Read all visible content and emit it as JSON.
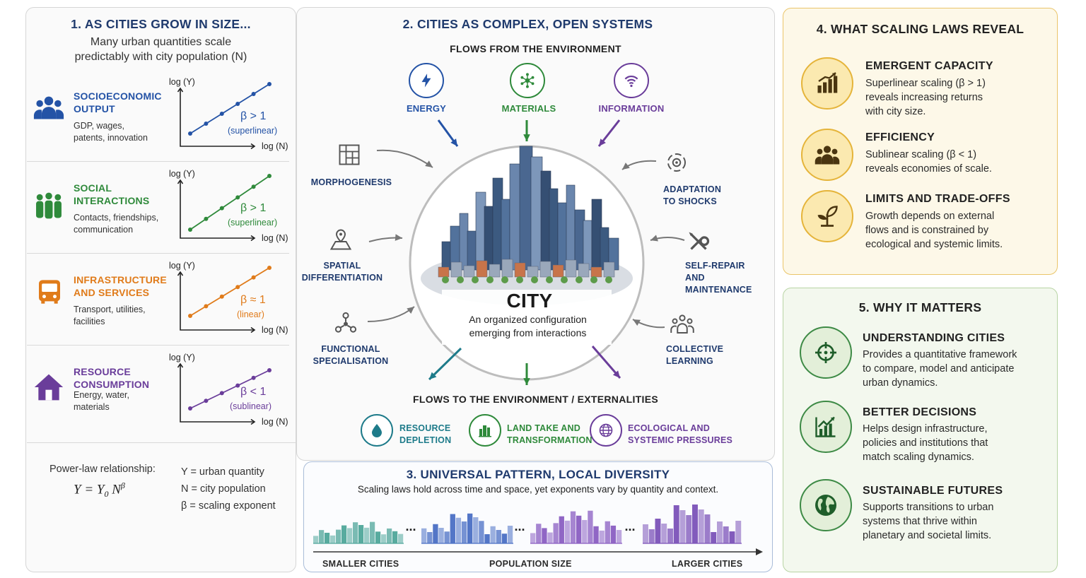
{
  "colors": {
    "blue": "#2453a6",
    "green": "#2f8a3b",
    "orange": "#e07b1a",
    "purple": "#6a3d9a",
    "teal": "#1e7b8a",
    "gold": "#e3b234",
    "goldbg": "#fdf8e6",
    "greenbg": "#f3f8ee",
    "navy": "#1f3a6d"
  },
  "s1": {
    "title": "1. AS CITIES GROW IN SIZE...",
    "subtitle": [
      "Many urban quantities scale",
      "predictably with city population (N)"
    ],
    "rows": [
      {
        "icon": "people-group-icon",
        "color": "#2453a6",
        "title": [
          "SOCIOECONOMIC",
          "OUTPUT"
        ],
        "desc": [
          "GDP, wages,",
          "patents, innovation"
        ],
        "ylabel": "log (Y)",
        "xlabel": "log (N)",
        "beta": "β > 1",
        "kind": "(superlinear)",
        "slope": 1.3
      },
      {
        "icon": "people-standing-icon",
        "color": "#2f8a3b",
        "title": [
          "SOCIAL",
          "INTERACTIONS"
        ],
        "desc": [
          "Contacts, friendships,",
          "communication"
        ],
        "ylabel": "log (Y)",
        "xlabel": "log (N)",
        "beta": "β > 1",
        "kind": "(superlinear)",
        "slope": 1.3
      },
      {
        "icon": "bus-icon",
        "color": "#e07b1a",
        "title": [
          "INFRASTRUCTURE",
          "AND SERVICES"
        ],
        "desc": [
          "Transport, utilities,",
          "facilities"
        ],
        "ylabel": "log (Y)",
        "xlabel": "log (N)",
        "beta": "β ≈ 1",
        "kind": "(linear)",
        "slope": 1.0
      },
      {
        "icon": "house-icon",
        "color": "#6a3d9a",
        "title": [
          "RESOURCE",
          "CONSUMPTION"
        ],
        "desc": [
          "Energy, water,",
          "materials"
        ],
        "ylabel": "log (Y)",
        "xlabel": "log (N)",
        "beta": "β < 1",
        "kind": "(sublinear)",
        "slope": 0.65
      }
    ],
    "formula_label": "Power-law relationship:",
    "formula": "Y = Y₀ N^β",
    "legend": [
      "Y = urban quantity",
      "N = city population",
      "β = scaling exponent"
    ]
  },
  "s2": {
    "title": "2. CITIES AS COMPLEX, OPEN SYSTEMS",
    "flows_in_title": "FLOWS FROM THE ENVIRONMENT",
    "flows_in": [
      {
        "label": "ENERGY",
        "icon": "lightning-icon",
        "color": "#2453a6"
      },
      {
        "label": "MATERIALS",
        "icon": "network-icon",
        "color": "#2f8a3b"
      },
      {
        "label": "INFORMATION",
        "icon": "wifi-icon",
        "color": "#6a3d9a"
      }
    ],
    "left": [
      {
        "label": [
          "MORPHOGENESIS"
        ],
        "icon": "blocks-map-icon"
      },
      {
        "label": [
          "SPATIAL",
          "DIFFERENTIATION"
        ],
        "icon": "map-pin-icon"
      },
      {
        "label": [
          "FUNCTIONAL",
          "SPECIALISATION"
        ],
        "icon": "nodes-icon"
      }
    ],
    "right": [
      {
        "label": [
          "ADAPTATION",
          "TO SHOCKS"
        ],
        "icon": "adaptation-icon"
      },
      {
        "label": [
          "SELF-REPAIR",
          "AND",
          "MAINTENANCE"
        ],
        "icon": "tools-icon"
      },
      {
        "label": [
          "COLLECTIVE",
          "LEARNING"
        ],
        "icon": "people-learning-icon"
      }
    ],
    "city_title": "CITY",
    "city_sub": [
      "An organized configuration",
      "emerging from interactions"
    ],
    "flows_out_title": "FLOWS TO THE ENVIRONMENT / EXTERNALITIES",
    "flows_out": [
      {
        "label": [
          "RESOURCE",
          "DEPLETION"
        ],
        "icon": "water-drop-icon",
        "color": "#1e7b8a"
      },
      {
        "label": [
          "LAND TAKE AND",
          "TRANSFORMATION"
        ],
        "icon": "buildings-icon",
        "color": "#2f8a3b"
      },
      {
        "label": [
          "ECOLOGICAL AND",
          "SYSTEMIC PRESSURES"
        ],
        "icon": "globe-icon",
        "color": "#6a3d9a"
      }
    ]
  },
  "s3": {
    "title": "3. UNIVERSAL PATTERN, LOCAL DIVERSITY",
    "subtitle": "Scaling laws hold across time and space, yet exponents vary by quantity and context.",
    "dots": "...",
    "axis": [
      "SMALLER CITIES",
      "POPULATION SIZE",
      "LARGER CITIES"
    ],
    "skyline_colors": [
      "#4fa69a",
      "#4a6fc4",
      "#8a5ec2",
      "#7b52b8"
    ]
  },
  "s4": {
    "title": "4. WHAT SCALING LAWS REVEAL",
    "items": [
      {
        "icon": "bar-growth-icon",
        "title": "EMERGENT CAPACITY",
        "text": [
          "Superlinear scaling (β > 1)",
          "reveals increasing returns",
          "with city size."
        ]
      },
      {
        "icon": "people-group-icon",
        "title": "EFFICIENCY",
        "text": [
          "Sublinear scaling (β < 1)",
          "reveals economies of scale."
        ]
      },
      {
        "icon": "plant-icon",
        "title": "LIMITS AND TRADE-OFFS",
        "text": [
          "Growth depends on external",
          "flows and is constrained by",
          "ecological and systemic limits."
        ]
      }
    ]
  },
  "s5": {
    "title": "5. WHY IT MATTERS",
    "items": [
      {
        "icon": "crosshair-icon",
        "title": "UNDERSTANDING CITIES",
        "text": [
          "Provides a quantitative framework",
          "to compare, model and anticipate",
          "urban dynamics."
        ]
      },
      {
        "icon": "chart-up-icon",
        "title": "BETTER DECISIONS",
        "text": [
          "Helps design infrastructure,",
          "policies and institutions that",
          "match scaling dynamics."
        ]
      },
      {
        "icon": "earth-icon",
        "title": "SUSTAINABLE FUTURES",
        "text": [
          "Supports transitions to urban",
          "systems that thrive within",
          "planetary and societal limits."
        ]
      }
    ]
  }
}
